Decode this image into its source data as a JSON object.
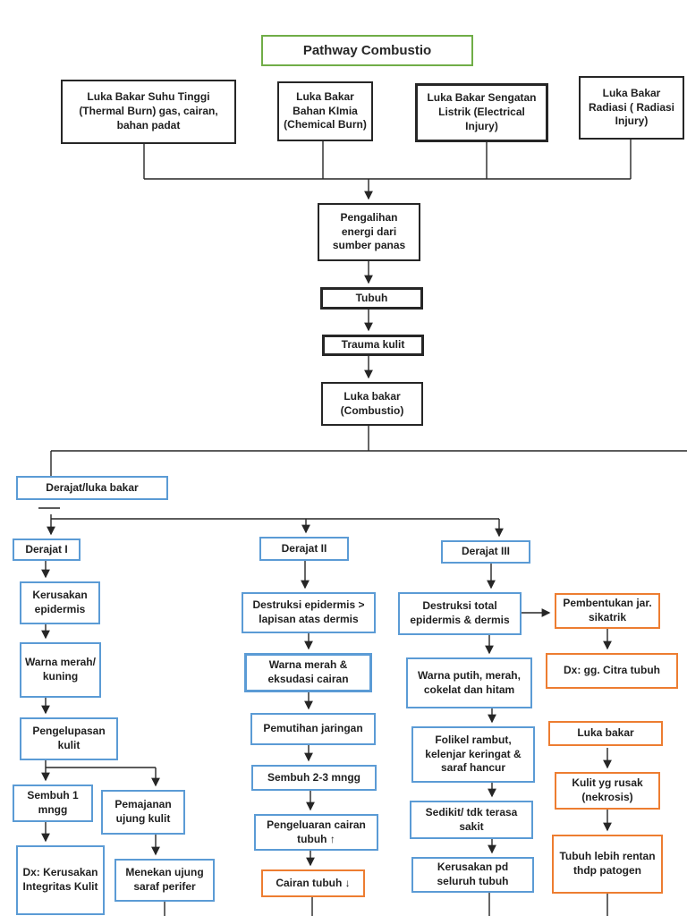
{
  "title": "Pathway Combustio",
  "causes": {
    "thermal": "Luka Bakar Suhu Tinggi (Thermal Burn) gas, cairan, bahan padat",
    "chemical": "Luka Bakar Bahan KImia (Chemical Burn)",
    "electrical": "Luka Bakar Sengatan Listrik (Electrical Injury)",
    "radiation": "Luka Bakar Radiasi ( Radiasi Injury)"
  },
  "chain": {
    "energy_transfer": "Pengalihan energi dari sumber panas",
    "body": "Tubuh",
    "skin_trauma": "Trauma kulit",
    "combustio": "Luka bakar (Combustio)",
    "degree_label": "Derajat/luka bakar"
  },
  "grades": {
    "d1": "Derajat I",
    "d2": "Derajat II",
    "d3": "Derajat III"
  },
  "grade1": {
    "epidermis_damage": "Kerusakan epidermis",
    "color_red_yellow": "Warna merah/ kuning",
    "skin_peeling": "Pengelupasan kulit",
    "heal_1_week": "Sembuh 1 mngg",
    "edge_exposure": "Pemajanan ujung kulit",
    "dx_skin_integrity": "Dx: Kerusakan Integritas Kulit",
    "nerve_pressure": "Menekan ujung saraf perifer"
  },
  "grade2": {
    "destruction": "Destruksi epidermis > lapisan atas dermis",
    "red_exudation": "Warna merah & eksudasi cairan",
    "blanching": "Pemutihan jaringan",
    "heal_2_3_weeks": "Sembuh 2-3 mngg",
    "fluid_out_up": "Pengeluaran cairan tubuh ↑",
    "body_fluid_down": "Cairan tubuh ↓"
  },
  "grade3": {
    "total_destruction": "Destruksi total epidermis & dermis",
    "color_white_brown_black": "Warna putih, merah, cokelat dan hitam",
    "follicle_destroyed": "Folikel rambut, kelenjar keringat & saraf hancur",
    "little_pain": "Sedikit/ tdk terasa sakit",
    "whole_body_damage": "Kerusakan pd seluruh tubuh"
  },
  "scar_branch": {
    "scar_formation": "Pembentukan jar. sikatrik",
    "dx_body_image": "Dx: gg. Citra tubuh",
    "burn_wound": "Luka bakar",
    "necrosis": "Kulit yg rusak (nekrosis)",
    "pathogen_risk": "Tubuh lebih rentan thdp patogen"
  },
  "colors": {
    "title_border": "#70AD47",
    "blue_border": "#5B9BD5",
    "orange_border": "#ED7D31",
    "line": "#262626"
  }
}
